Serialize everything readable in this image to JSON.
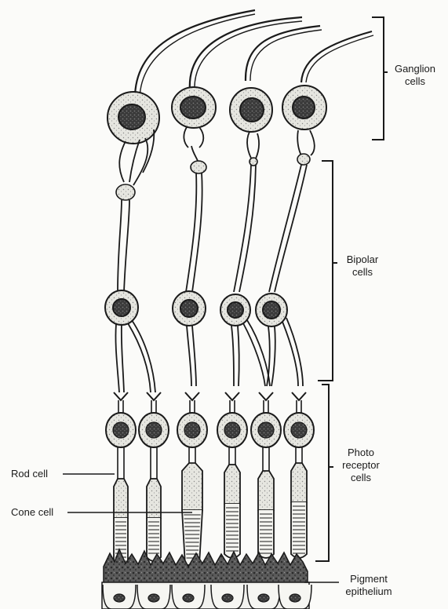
{
  "labels": {
    "ganglion": "Ganglion cells",
    "bipolar": "Bipolar cells",
    "photo": "Photo receptor cells",
    "rod": "Rod cell",
    "cone": "Cone cell",
    "pigment": "Pigment epithelium"
  },
  "colors": {
    "ink": "#1a1a1a",
    "cytoplasm": "#d9d9d3",
    "nucleus": "#3a3a3a",
    "pigment": "#4a4a4a"
  }
}
